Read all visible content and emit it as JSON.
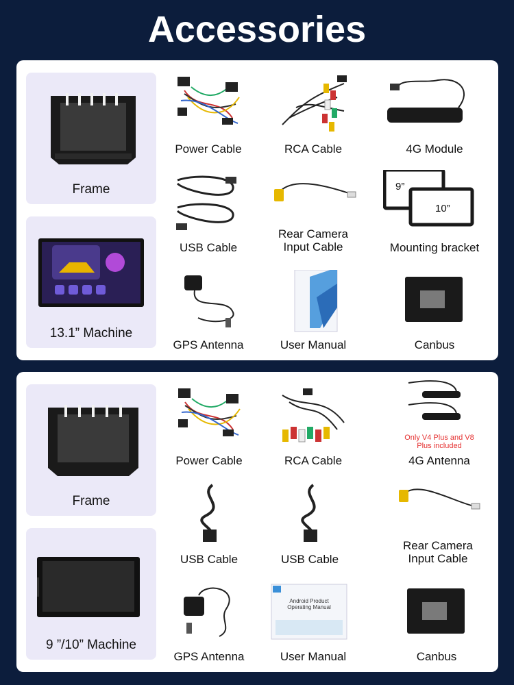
{
  "title": "Accessories",
  "panel1": {
    "frame_label": "Frame",
    "machine_label": "13.1” Machine",
    "items": [
      {
        "label": "Power Cable",
        "icon": "power-cable-icon"
      },
      {
        "label": "RCA Cable",
        "icon": "rca-cable-icon"
      },
      {
        "label": "4G Module",
        "icon": "4g-module-icon"
      },
      {
        "label": "USB Cable",
        "icon": "usb-cable-icon"
      },
      {
        "label": "Rear Camera\nInput Cable",
        "icon": "rear-camera-cable-icon"
      },
      {
        "label": "Mounting bracket",
        "icon": "mounting-bracket-icon"
      },
      {
        "label": "GPS Antenna",
        "icon": "gps-antenna-icon"
      },
      {
        "label": "User Manual",
        "icon": "user-manual-icon"
      },
      {
        "label": "Canbus",
        "icon": "canbus-icon"
      }
    ],
    "bracket_sizes": [
      "9”",
      "10”"
    ]
  },
  "panel2": {
    "frame_label": "Frame",
    "machine_label": "9 ”/10” Machine",
    "items": [
      {
        "label": "Power Cable",
        "icon": "power-cable-icon"
      },
      {
        "label": "RCA Cable",
        "icon": "rca-cable-icon"
      },
      {
        "label": "4G Antenna",
        "icon": "4g-antenna-icon"
      },
      {
        "label": "USB Cable",
        "icon": "usb-cable-icon"
      },
      {
        "label": "USB Cable",
        "icon": "usb-cable-icon"
      },
      {
        "label": "Rear Camera\nInput Cable",
        "icon": "rear-camera-cable-icon"
      },
      {
        "label": "GPS Antenna",
        "icon": "gps-antenna-icon"
      },
      {
        "label": "User Manual",
        "icon": "user-manual-icon"
      },
      {
        "label": "Canbus",
        "icon": "canbus-icon"
      }
    ],
    "antenna_note": "Only V4 Plus and V8\nPlus included",
    "manual_title": "Android Product\nOperating Manual"
  },
  "colors": {
    "background": "#0c1d3c",
    "card": "#ebe9f8",
    "note_red": "#e53030"
  }
}
